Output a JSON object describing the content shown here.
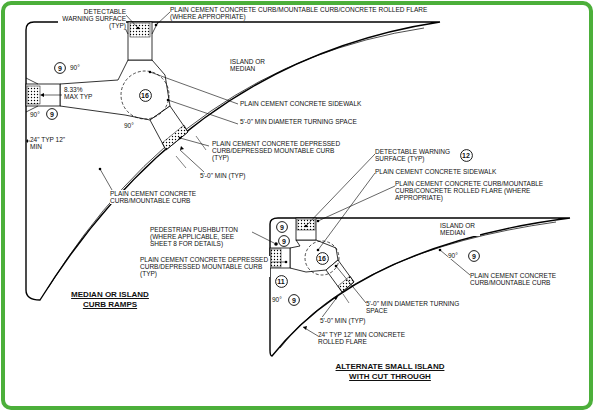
{
  "diagram": {
    "nodes": [
      {
        "text": [
          "9"
        ]
      },
      {
        "text": [
          "16"
        ]
      },
      {
        "text": [
          "9"
        ]
      },
      {
        "text": [
          "12"
        ]
      },
      {
        "text": [
          "9"
        ]
      },
      {
        "text": [
          "9"
        ]
      },
      {
        "text": [
          "16"
        ]
      },
      {
        "text": [
          "11"
        ]
      },
      {
        "text": [
          "9"
        ]
      },
      {
        "text": [
          "9"
        ]
      }
    ],
    "labels": [
      "DETECTABLE WARNING SURFACE (TYP)",
      "PLAIN CEMENT CONCRETE CURB/MOUNTABLE CURB/CONCRETE ROLLED FLARE (WHERE APPROPRIATE)",
      "ISLAND OR MEDIAN",
      "90°",
      "PLAIN CEMENT CONCRETE SIDEWALK",
      "8.33% MAX TYP",
      "5'-0\" MIN DIAMETER TURNING SPACE",
      "90°",
      "PLAIN CEMENT CONCRETE DEPRESSED CURB/DEPRESSED MOUNTABLE CURB (TYP)",
      "5'-0\" MIN (TYP)",
      "90°",
      "24\" TYP 12\" MIN",
      "PLAIN CEMENT CONCRETE CURB/MOUNTABLE CURB",
      "MEDIAN OR ISLAND CURB RAMPS",
      "DETECTABLE WARNING SURFACE (TYP)",
      "PLAIN CEMENT CONCRETE SIDEWALK",
      "PLAIN CEMENT CONCRETE CURB/MOUNTABLE CURB/CONCRETE ROLLED FLARE (WHERE APPROPRIATE)",
      "PEDESTRIAN PUSHBUTTON (WHERE APPLICABLE, SEE SHEET 8 FOR DETAILS)",
      "ISLAND OR MEDIAN",
      "90°",
      "PLAIN CEMENT CONCRETE DEPRESSED CURB/DEPRESSED MOUNTABLE CURB (TYP)",
      "PLAIN CEMENT CONCRETE CURB/MOUNTABLE CURB",
      "5'-0\" MIN DIAMETER TURNING SPACE",
      "90°",
      "5'-0\" MIN (TYP)",
      "24\" TYP 12\" MIN CONCRETE ROLLED FLARE",
      "ALTERNATE SMALL ISLAND WITH CUT THROUGH"
    ]
  }
}
